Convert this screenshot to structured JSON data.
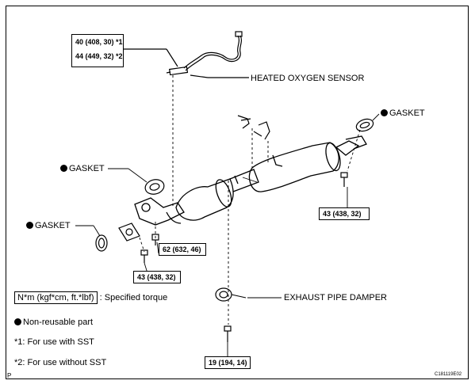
{
  "torque_boxes": {
    "sensor_line1": "40 (408, 30) *1",
    "sensor_line2": "44 (449, 32) *2",
    "right_bolt": "43 (438, 32)",
    "center_nut": "62 (632, 46)",
    "left_bolt": "43 (438, 32)",
    "bottom_bolt": "19 (194, 14)"
  },
  "labels": {
    "heated_oxygen_sensor": "HEATED OXYGEN SENSOR",
    "gasket_right": "GASKET",
    "gasket_upper_left": "GASKET",
    "gasket_left": "GASKET",
    "exhaust_pipe_damper": "EXHAUST PIPE DAMPER"
  },
  "legend": {
    "torque_unit": "N*m (kgf*cm, ft.*lbf)",
    "torque_desc": ": Specified torque",
    "non_reusable": "Non-reusable part",
    "note1": "*1: For use with SST",
    "note2": "*2: For use without SST"
  },
  "figure_code": "C181119E02",
  "corner_mark": "P",
  "icons": {
    "non_reusable_marker": "filled-circle"
  }
}
